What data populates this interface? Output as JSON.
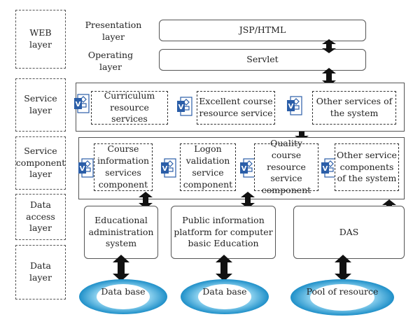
{
  "layers": {
    "web": "WEB layer",
    "service": "Service layer",
    "service_component": "Service component layer",
    "data_access": "Data access layer",
    "data": "Data layer"
  },
  "sublayers": {
    "presentation": "Presentation layer",
    "operating": "Operating layer"
  },
  "web_boxes": {
    "jsp_html": "JSP/HTML",
    "servlet": "Servlet"
  },
  "services": [
    "Curriculum resource services",
    "Excellent course resource service",
    "Other services of the system"
  ],
  "components": [
    "Course information services component",
    "Logon validation service component",
    "Quality course resource service component",
    "Other service components of the system"
  ],
  "data_access_boxes": [
    "Educational administration system",
    "Public information platform for computer basic Education",
    "DAS"
  ],
  "databases": [
    "Data base",
    "Data base",
    "Pool of resource"
  ],
  "colors": {
    "icon_blue": "#2b5ea8",
    "db_outer": "#3aa6d8",
    "db_inner": "#ffffff"
  }
}
